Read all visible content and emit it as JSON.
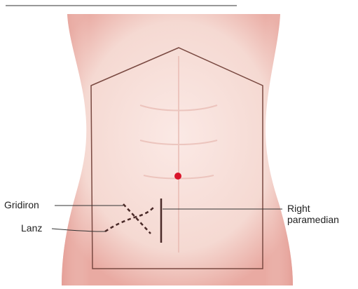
{
  "labels": {
    "gridiron": "Gridiron",
    "lanz": "Lanz",
    "right_paramedian_line1": "Right",
    "right_paramedian_line2": "paramedian"
  },
  "colors": {
    "skin": "#f5dcd6",
    "skin_edge": "#e8a9a0",
    "outline": "#7a4a42",
    "umbilicus": "#d9142a",
    "incision": "#4a2a28",
    "leader": "#333333"
  }
}
